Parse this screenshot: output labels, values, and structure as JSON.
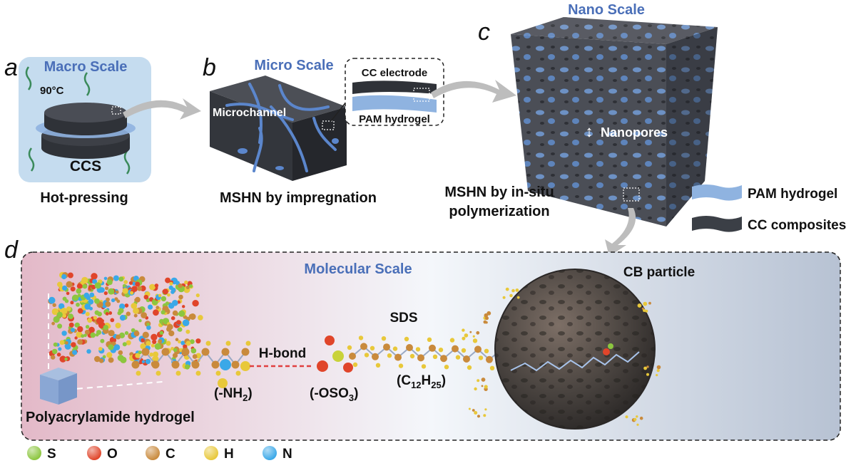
{
  "panels": {
    "a": {
      "letter": "a",
      "scale_title": "Macro Scale",
      "temperature": "90°C",
      "device_label": "CCS",
      "caption": "Hot-pressing"
    },
    "b": {
      "letter": "b",
      "scale_title": "Micro Scale",
      "microchannel_label": "Microchannel",
      "inset_top_label": "CC electrode",
      "inset_bottom_label": "PAM hydrogel",
      "caption": "MSHN by impregnation"
    },
    "c": {
      "letter": "c",
      "scale_title": "Nano Scale",
      "pores_label": "Nanopores",
      "caption_line1": "MSHN by in-situ",
      "caption_line2": "polymerization"
    },
    "d": {
      "letter": "d",
      "scale_title": "Molecular Scale",
      "particle_label": "CB particle",
      "sds_label": "SDS",
      "hbond_label": "H-bond",
      "nh2_label": "(-NH",
      "nh2_sub": "2",
      "nh2_close": ")",
      "oso3_label": "(-OSO",
      "oso3_sub": "3",
      "oso3_close": ")",
      "chain_c": "(C",
      "chain_c_sub": "12",
      "chain_h": "H",
      "chain_h_sub": "25",
      "chain_close": ")",
      "hydrogel_label": "Polyacrylamide hydrogel"
    }
  },
  "legend_materials": [
    {
      "label": "PAM hydrogel",
      "color": "#7fa6d6"
    },
    {
      "label": "CC composites",
      "color": "#3b3f46"
    }
  ],
  "legend_atoms": [
    {
      "symbol": "S",
      "color": "#8cc63f"
    },
    {
      "symbol": "O",
      "color": "#e0452a"
    },
    {
      "symbol": "C",
      "color": "#c98a3c"
    },
    {
      "symbol": "H",
      "color": "#e8c83a"
    },
    {
      "symbol": "N",
      "color": "#3aa8e8"
    }
  ],
  "colors": {
    "scale_title": "#4a6fb8",
    "hydrogel_blue": "#6f97d0",
    "carbon_dark": "#3a3d44",
    "hbond": "#e04040"
  }
}
